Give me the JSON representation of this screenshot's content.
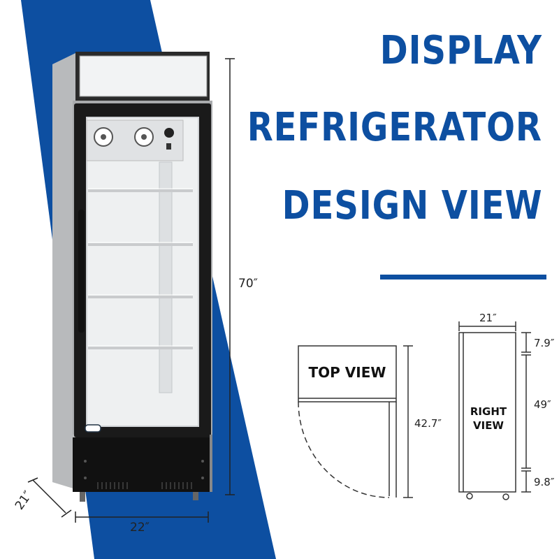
{
  "colors": {
    "brand_blue": "#0d4fa1",
    "cabinet_gray": "#a9abad",
    "door_frame": "#1a1a1a"
  },
  "title": {
    "line1": "DISPLAY",
    "line2": "REFRIGERATOR",
    "line3": "DESIGN VIEW"
  },
  "product_dimensions": {
    "height": "70″",
    "width": "22″",
    "depth": "21″"
  },
  "top_view": {
    "label": "TOP VIEW",
    "door_swing_depth": "42.7″"
  },
  "right_view": {
    "label_line1": "RIGHT",
    "label_line2": "VIEW",
    "width": "21″",
    "top_section": "7.9″",
    "middle_section": "49″",
    "bottom_section": "9.8″"
  }
}
